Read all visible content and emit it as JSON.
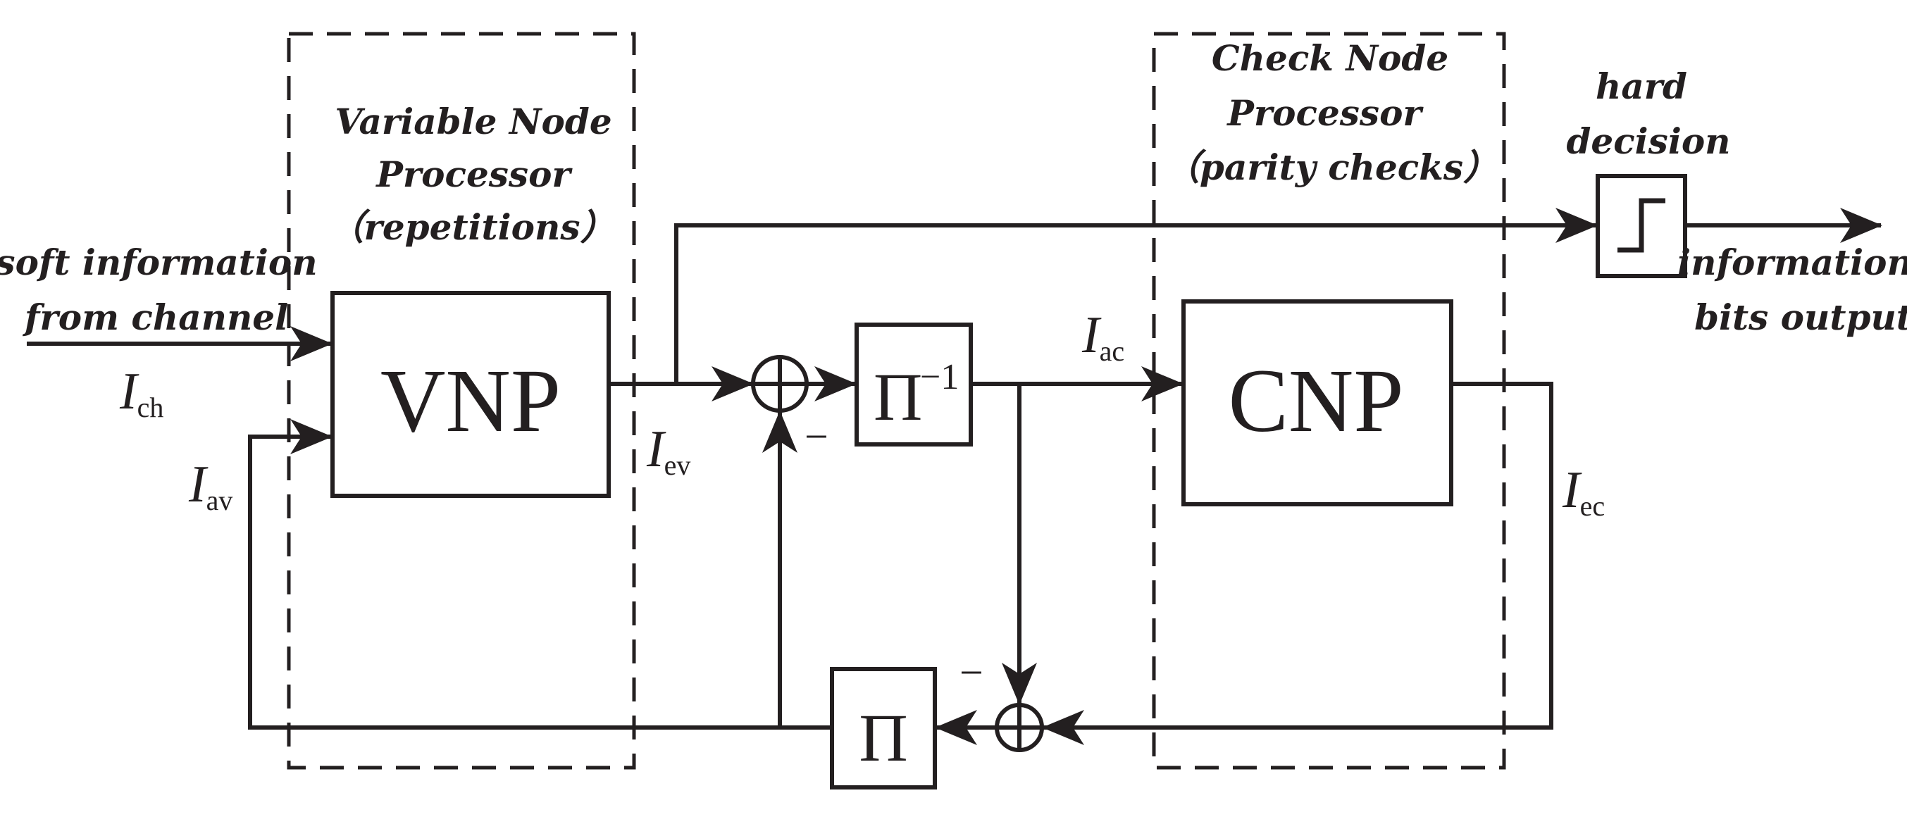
{
  "colors": {
    "stroke": "#231f20",
    "background": "#ffffff"
  },
  "vnp_group": {
    "title_line1": "Variable Node",
    "title_line2": "Processor",
    "title_line3": "（repetitions）"
  },
  "cnp_group": {
    "title_line1": "Check Node",
    "title_line2": "Processor",
    "title_line3": "（parity checks）"
  },
  "blocks": {
    "vnp": "VNP",
    "cnp": "CNP",
    "deinterleaver": "Π",
    "deinterleaver_exp": "−1",
    "interleaver": "Π",
    "hard_decision_icon": "step-function-icon"
  },
  "labels": {
    "input_line1": "soft information",
    "input_line2": "from channel",
    "output_line1": "information",
    "output_line2": "bits output",
    "hard_line1": "hard",
    "hard_line2": "decision"
  },
  "signals": {
    "i_ch": {
      "var": "I",
      "sub": "ch"
    },
    "i_av": {
      "var": "I",
      "sub": "av"
    },
    "i_ev": {
      "var": "I",
      "sub": "ev"
    },
    "i_ac": {
      "var": "I",
      "sub": "ac"
    },
    "i_ec": {
      "var": "I",
      "sub": "ec"
    }
  },
  "signs": {
    "minus_top": "−",
    "minus_bottom": "−"
  }
}
